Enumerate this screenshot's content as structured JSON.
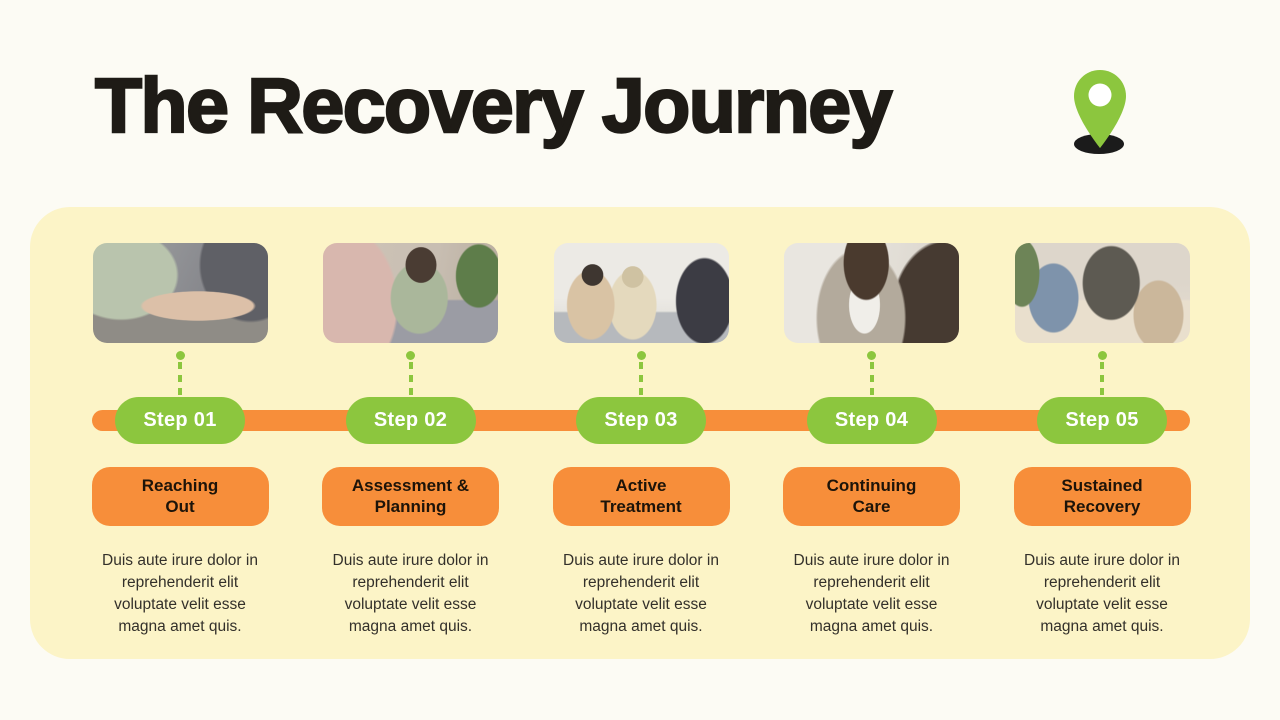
{
  "title": "The Recovery Journey",
  "colors": {
    "background": "#fcfbf4",
    "panel": "#fcf4c7",
    "green": "#8cc63e",
    "orange": "#f78e3a",
    "title_text": "#1e1b16",
    "body_text": "#33302a",
    "box_text": "#1d1409",
    "pill_text": "#ffffff"
  },
  "icons": {
    "pin": "location-pin-icon"
  },
  "steps": [
    {
      "step_label": "Step 01",
      "name": "Reaching Out",
      "name_lines": [
        "Reaching",
        "Out"
      ],
      "description": "Duis aute irure dolor in reprehenderit elit voluptate velit esse magna amet quis.",
      "photo_alt": "person comforting another by holding their hands"
    },
    {
      "step_label": "Step 02",
      "name": "Assessment & Planning",
      "name_lines": [
        "Assessment &",
        "Planning"
      ],
      "description": "Duis aute irure dolor in reprehenderit elit voluptate velit esse magna amet quis.",
      "photo_alt": "client talking with a counselor on a grey sofa"
    },
    {
      "step_label": "Step 03",
      "name": "Active Treatment",
      "name_lines": [
        "Active",
        "Treatment"
      ],
      "description": "Duis aute irure dolor in reprehenderit elit voluptate velit esse magna amet quis.",
      "photo_alt": "group therapy session in a bright living room"
    },
    {
      "step_label": "Step 04",
      "name": "Continuing Care",
      "name_lines": [
        "Continuing",
        "Care"
      ],
      "description": "Duis aute irure dolor in reprehenderit elit voluptate velit esse magna amet quis.",
      "photo_alt": "therapist in a plaid blazer speaking with a client"
    },
    {
      "step_label": "Step 05",
      "name": "Sustained Recovery",
      "name_lines": [
        "Sustained",
        "Recovery"
      ],
      "description": "Duis aute irure dolor in reprehenderit elit voluptate velit esse magna amet quis.",
      "photo_alt": "friends relaxing together on a cream couch"
    }
  ]
}
